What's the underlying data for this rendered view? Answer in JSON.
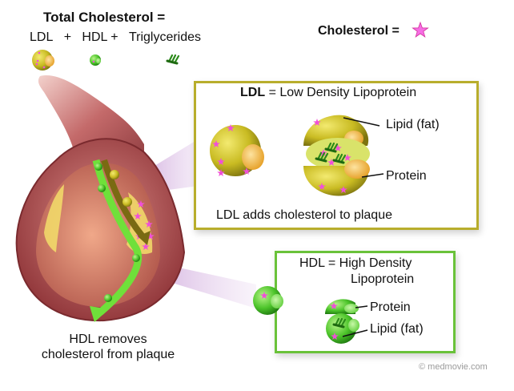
{
  "header": {
    "title": "Total Cholesterol =",
    "formula": {
      "ldl": "LDL",
      "plus1": "+",
      "hdl": "HDL +",
      "trig": "Triglycerides"
    },
    "cholesterol_legend": "Cholesterol ="
  },
  "icons": {
    "ldl_particle": "ldl-particle-icon",
    "hdl_particle": "hdl-particle-icon",
    "triglyceride": "triglyceride-icon",
    "cholesterol": "star-icon"
  },
  "ldl_panel": {
    "title_bold": "LDL",
    "title_rest": "= Low Density Lipoprotein",
    "label_lipid": "Lipid (fat)",
    "label_protein": "Protein",
    "caption": "LDL adds cholesterol to plaque"
  },
  "hdl_panel": {
    "title_line1": "HDL = High Density",
    "title_line2": "Lipoprotein",
    "label_protein": "Protein",
    "label_lipid": "Lipid (fat)"
  },
  "artery": {
    "caption_line1": "HDL removes",
    "caption_line2": "cholesterol from plaque"
  },
  "copyright": "© medmovie.com",
  "colors": {
    "ldl_border": "#b8ad2c",
    "hdl_border": "#6ac23a",
    "ldl_sphere": "#c9bb22",
    "hdl_sphere": "#4cc42a",
    "protein": "#f2b640",
    "cholesterol_star": "#f050d8",
    "artery_wall": "#a9464a",
    "arrow_green": "#6fe03a"
  }
}
